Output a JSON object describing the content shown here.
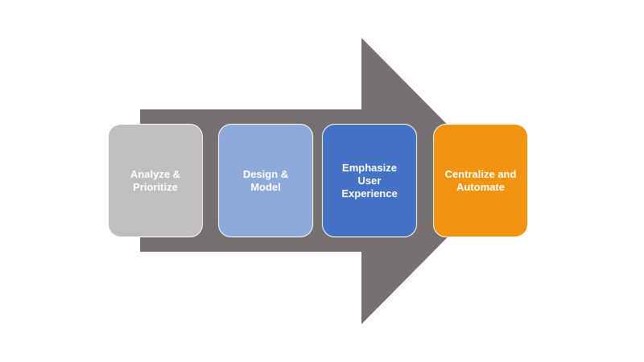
{
  "diagram": {
    "arrow_color": "#767170",
    "steps": [
      {
        "label": "Analyze &\nPrioritize",
        "color": "#BFBFBF"
      },
      {
        "label": "Design &\nModel",
        "color": "#8EAADB"
      },
      {
        "label": "Emphasize\nUser\nExperience",
        "color": "#4472C4"
      },
      {
        "label": "Centralize and\nAutomate",
        "color": "#F39410"
      }
    ]
  }
}
